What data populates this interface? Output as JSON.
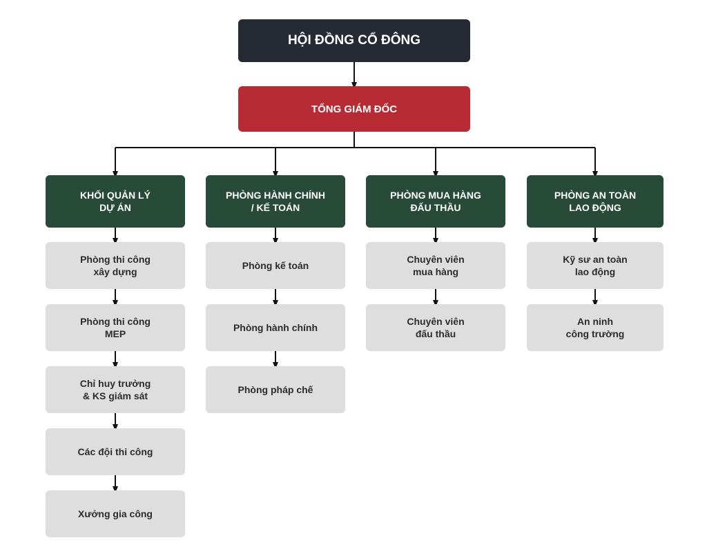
{
  "top": {
    "label": "HỘI ĐỒNG CỔ ĐÔNG"
  },
  "ceo": {
    "label": "TỔNG GIÁM ĐỐC"
  },
  "departments": [
    {
      "label": "KHỐI QUẢN LÝ\nDỰ ÁN",
      "units": [
        "Phòng thi công\nxây dựng",
        "Phòng thi công\nMEP",
        "Chỉ huy trưởng\n& KS giám sát",
        "Các đội thi công",
        "Xưởng gia công"
      ]
    },
    {
      "label": "PHÒNG HÀNH CHÍNH\n/ KẾ TOÁN",
      "units": [
        "Phòng kế toán",
        "Phòng hành chính",
        "Phòng pháp chế"
      ]
    },
    {
      "label": "PHÒNG MUA HÀNG\nĐẤU THẦU",
      "units": [
        "Chuyên viên\nmua hàng",
        "Chuyên viên\nđấu thầu"
      ]
    },
    {
      "label": "PHÒNG AN TOÀN\nLAO ĐỘNG",
      "units": [
        "Kỹ sư an toàn\nlao động",
        "An ninh\ncông trường"
      ]
    }
  ],
  "colors": {
    "top_box": "#252a33",
    "ceo_box": "#b82b35",
    "department_box": "#274a39",
    "unit_box": "#dedede",
    "connector": "#111111"
  }
}
